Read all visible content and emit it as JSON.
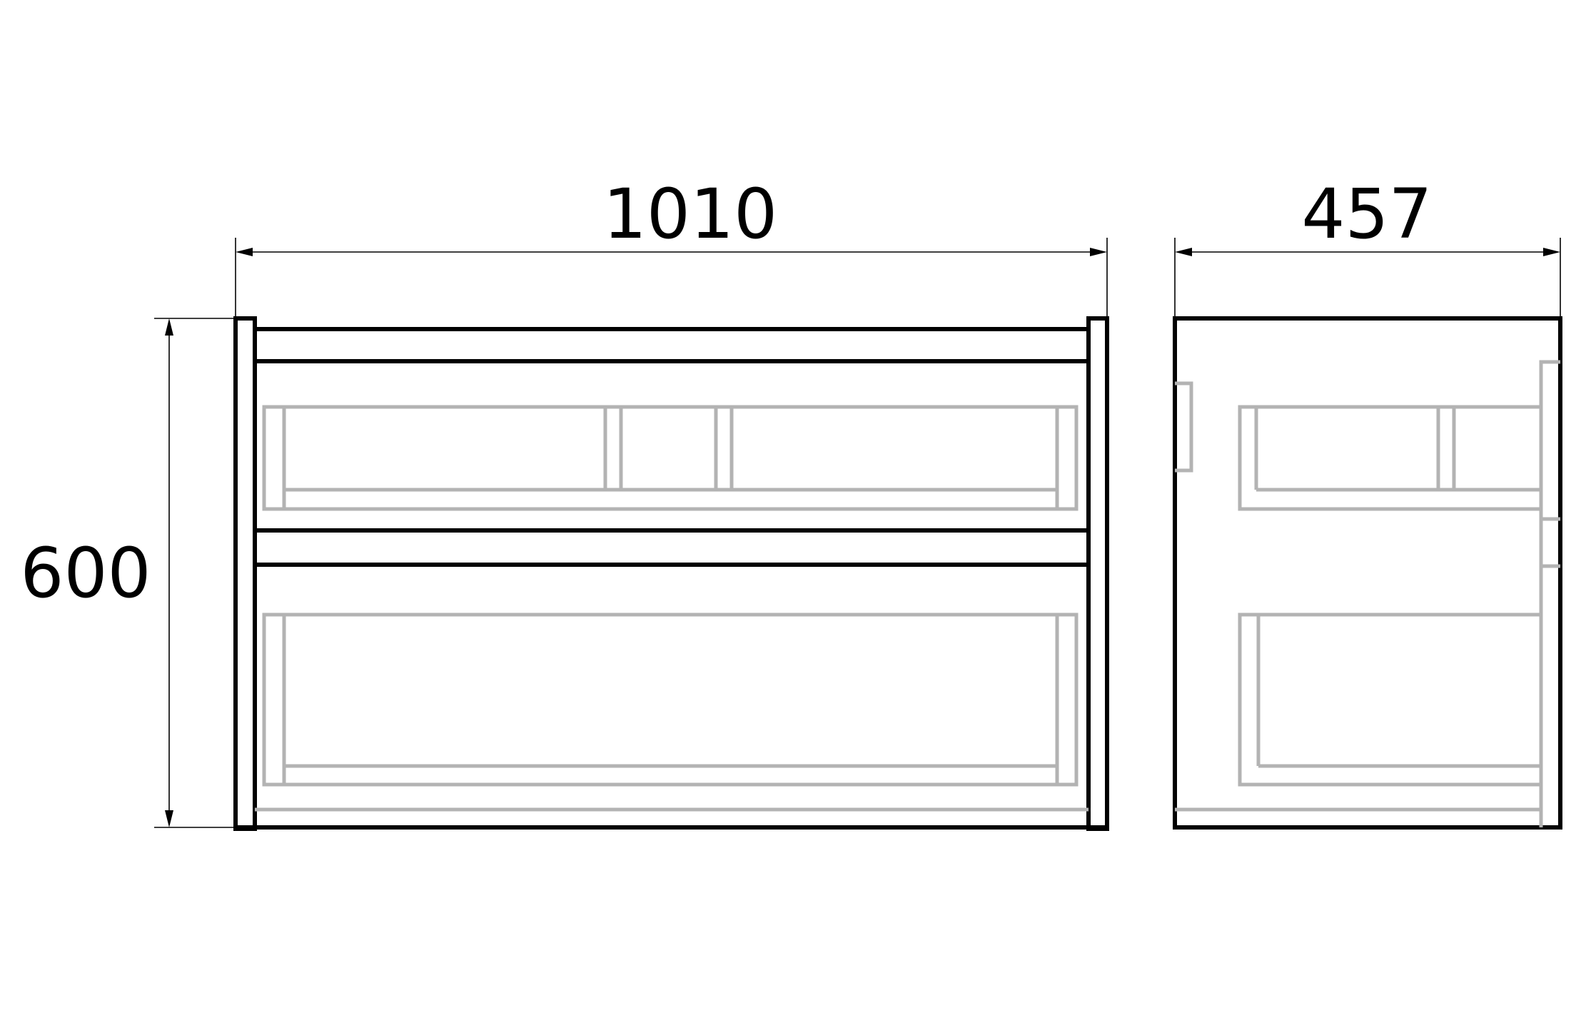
{
  "dimensions": {
    "width": "1010",
    "depth": "457",
    "height": "600"
  },
  "colors": {
    "outline": "#000000",
    "hidden_lines": "#b3b3b3",
    "background": "#ffffff"
  }
}
